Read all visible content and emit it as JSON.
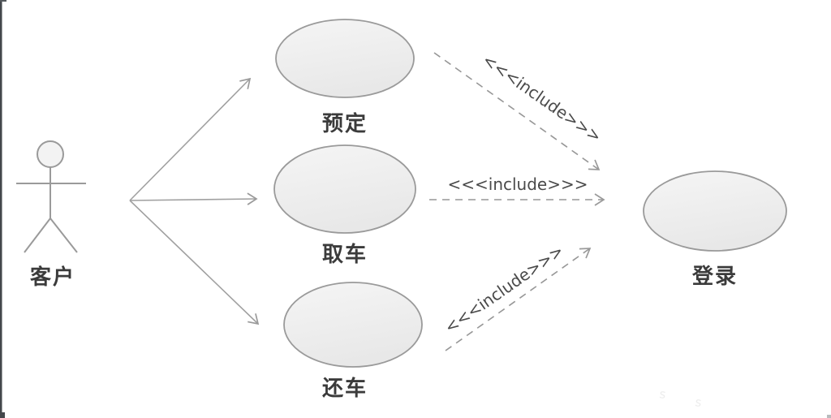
{
  "diagram": {
    "type": "uml-use-case",
    "actor": {
      "label": "客户"
    },
    "use_cases": [
      {
        "id": "reserve",
        "label": "预定"
      },
      {
        "id": "pickup",
        "label": "取车"
      },
      {
        "id": "return",
        "label": "还车"
      },
      {
        "id": "login",
        "label": "登录"
      }
    ],
    "associations": [
      {
        "from": "客户",
        "to": "预定",
        "style": "solid-arrow"
      },
      {
        "from": "客户",
        "to": "取车",
        "style": "solid-arrow"
      },
      {
        "from": "客户",
        "to": "还车",
        "style": "solid-arrow"
      }
    ],
    "includes": [
      {
        "from": "预定",
        "to": "登录",
        "label": "<<<include>>>",
        "style": "dashed-arrow"
      },
      {
        "from": "取车",
        "to": "登录",
        "label": "<<<include>>>",
        "style": "dashed-arrow"
      },
      {
        "from": "还车",
        "to": "登录",
        "label": "<<<include>>>",
        "style": "dashed-arrow"
      }
    ]
  },
  "colors": {
    "background": "#ffffff",
    "line": "#9a9a9a",
    "ellipse_stroke": "#9a9a9a",
    "ellipse_fill_light": "#f5f5f5",
    "ellipse_fill_dark": "#e8e8e8",
    "label_text": "#3b3b3b",
    "include_text": "#4a4a4a",
    "left_edge": "#43474b"
  },
  "watermark": {
    "marks": [
      "s",
      "s"
    ]
  }
}
